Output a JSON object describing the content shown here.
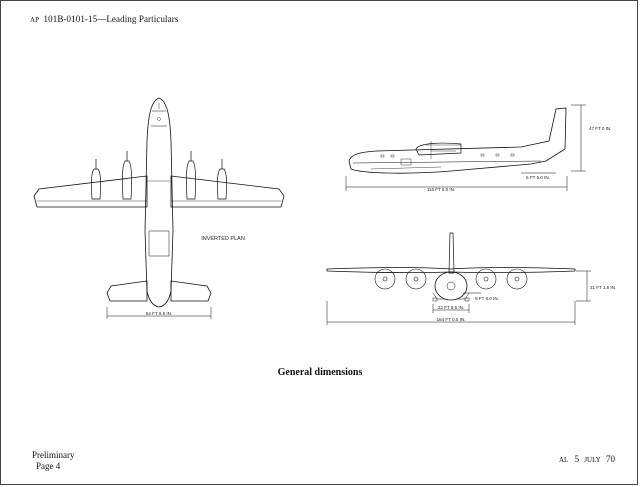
{
  "header": {
    "prefix": "AP",
    "code": "101B-0101-15—Leading Particulars"
  },
  "plan_view": {
    "label": "INVERTED PLAN",
    "span_dim": "64 FT 9.5 IN."
  },
  "side_view": {
    "height_dim": "47 FT 0 IN.",
    "length_dim": "116 FT 5.0 IN.",
    "small_dim": "5 FT 6.0 IN."
  },
  "front_view": {
    "height_dim": "21 FT 1.5 IN.",
    "track_dim": "22 FT 9.5 IN.",
    "prop_dim": "5 FT 6.0 IN.",
    "span_dim": "164 FT 0.5 IN."
  },
  "caption": "General dimensions",
  "footer": {
    "status": "Preliminary",
    "page": "Page 4",
    "amendment_prefix": "AL",
    "amendment_day": "5",
    "amendment_month": "JULY",
    "amendment_year": "70"
  }
}
